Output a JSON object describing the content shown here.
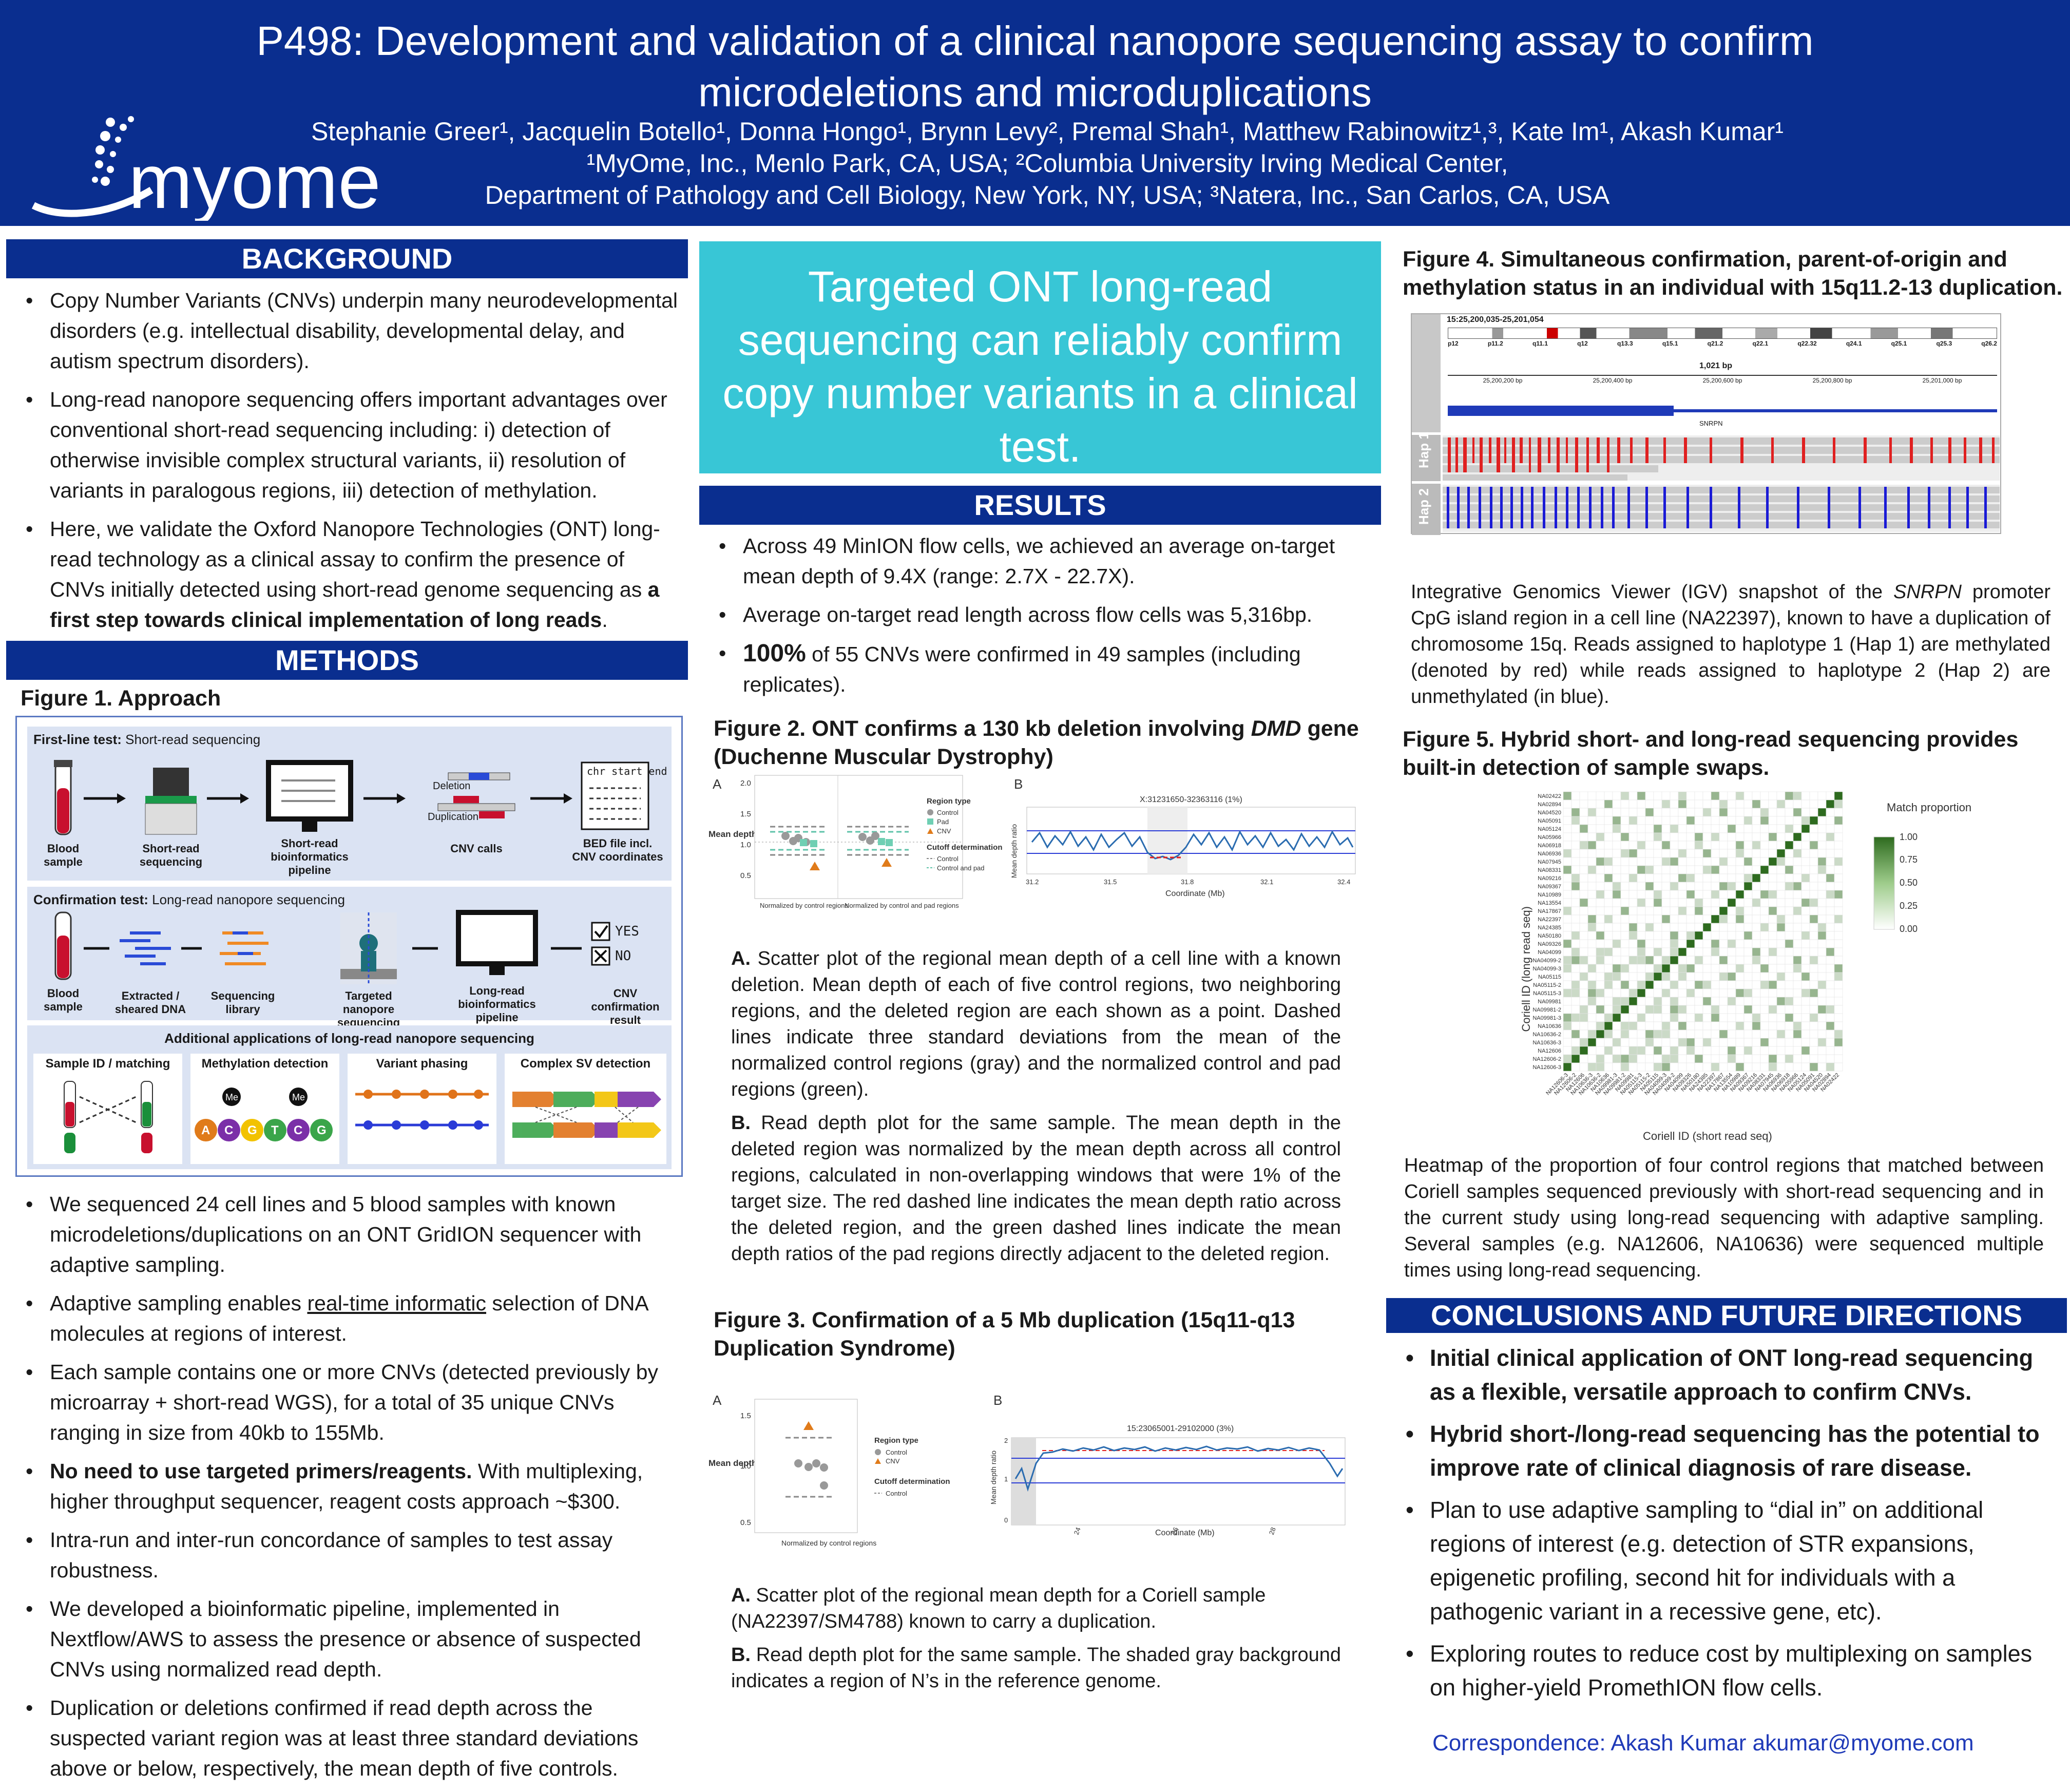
{
  "header": {
    "title_line1": "P498: Development and validation of a clinical nanopore sequencing assay to confirm",
    "title_line2": "microdeletions and microduplications",
    "authors": "Stephanie Greer¹, Jacquelin Botello¹, Donna Hongo¹, Brynn Levy², Premal Shah¹, Matthew Rabinowitz¹,³, Kate Im¹, Akash Kumar¹",
    "aff1": "¹MyOme, Inc., Menlo Park, CA, USA; ²Columbia University Irving Medical Center,",
    "aff2": "Department of Pathology and Cell Biology, New York, NY, USA; ³Natera, Inc., San Carlos, CA, USA",
    "logo_text": "myome"
  },
  "background": {
    "heading": "BACKGROUND",
    "b1": "Copy Number Variants (CNVs) underpin many neurodevelopmental disorders (e.g. intellectual disability, developmental delay, and autism spectrum disorders).",
    "b2": "Long-read nanopore sequencing offers important advantages over conventional short-read sequencing including: i) detection of otherwise invisible complex structural variants, ii) resolution of variants in paralogous regions, iii) detection of methylation.",
    "b3a": "Here, we validate the Oxford Nanopore Technologies (ONT) long-read technology as a clinical assay to confirm the presence of CNVs initially detected using short-read genome sequencing as ",
    "b3b": "a first step towards clinical implementation of long reads",
    "b3c": "."
  },
  "methods": {
    "heading": "METHODS",
    "fig1_title": "Figure 1. Approach",
    "fl_label": "First-line test:",
    "fl_text": "Short-read sequencing",
    "blood": "Blood sample",
    "shortread": "Short-read sequencing",
    "pipeline": "Short-read bioinformatics pipeline",
    "deletion": "Deletion",
    "duplication": "Duplication",
    "cnvcalls": "CNV calls",
    "bed_head": "chr start end",
    "bed": "BED file incl. CNV coordinates",
    "ct_label": "Confirmation test:",
    "ct_text": "Long-read nanopore sequencing",
    "blood2": "Blood sample",
    "dna": "Extracted / sheared DNA",
    "lib": "Sequencing library",
    "tns": "Targeted nanopore sequencing",
    "lrp": "Long-read bioinformatics pipeline",
    "yes": "YES",
    "no": "NO",
    "cnvres": "CNV confirmation result",
    "add_title": "Additional applications of long-read nanopore sequencing",
    "app1": "Sample ID / matching",
    "app2": "Methylation detection",
    "app3": "Variant phasing",
    "app4": "Complex SV detection",
    "me": "Me",
    "bases": [
      "A",
      "C",
      "G",
      "T",
      "C",
      "G"
    ],
    "b1": "We sequenced 24 cell lines and 5 blood samples with known microdeletions/duplications on an ONT GridION sequencer with adaptive sampling.",
    "b2a": "Adaptive sampling enables ",
    "b2u": "real-time informatic",
    "b2b": " selection of DNA molecules at regions of interest.",
    "b3": "Each sample contains one or more CNVs (detected previously by microarray + short-read WGS), for a total of 35 unique CNVs ranging in size from 40kb to 155Mb.",
    "b4a": "No need to use targeted primers/reagents.",
    "b4b": " With multiplexing, higher throughput sequencer, reagent costs approach ~$300.",
    "b5": "Intra-run and inter-run concordance of samples to test assay robustness.",
    "b6": "We developed a bioinformatic pipeline, implemented in Nextflow/AWS to assess the presence or absence of suspected CNVs using normalized read depth.",
    "b7": "Duplication or deletions confirmed if read depth across the suspected variant region was at least three standard deviations above or below, respectively, the mean depth of five controls."
  },
  "highlight": "Targeted ONT long-read sequencing can reliably confirm copy number variants in a clinical test.",
  "results": {
    "heading": "RESULTS",
    "b1": "Across 49 MinION flow cells, we achieved an average on-target mean depth of 9.4X (range: 2.7X - 22.7X).",
    "b2": "Average on-target read length across flow cells was 5,316bp.",
    "b3a": "100%",
    "b3b": " of 55 CNVs were confirmed in 49 samples (including replicates).",
    "fig2_title_a": "Figure 2. ONT confirms a 130 kb deletion involving ",
    "fig2_title_i": "DMD",
    "fig2_title_b": " gene (Duchenne Muscular Dystrophy)",
    "fig2_A": "A",
    "fig2_B": "B",
    "fig2_ylab": "Mean depth ratio",
    "fig2_yt": [
      "2.0",
      "1.5",
      "1.0",
      "0.5"
    ],
    "fig2_x1": "Normalized by control regions",
    "fig2_x2": "Normalized by control and pad regions",
    "fig2_legend_rt": "Region type",
    "fig2_leg": [
      "Control",
      "Pad",
      "CNV"
    ],
    "fig2_legend_cd": "Cutoff determination",
    "fig2_cd": [
      "Control",
      "Control and pad"
    ],
    "fig2_btitle": "X:31231650-32363116 (1%)",
    "fig2_bylab": "Mean depth ratio",
    "fig2_bx": "Coordinate (Mb)",
    "fig2_bxt": [
      "31.2",
      "31.5",
      "31.8",
      "32.1",
      "32.4"
    ],
    "fig2_capA_b": "A.",
    "fig2_capA": " Scatter plot of the regional mean depth of a cell line with a known deletion. Mean depth of each of five control regions, two neighboring regions, and the deleted region are each shown as a point. Dashed lines indicate three standard deviations from the mean of the normalized control regions (gray) and the normalized control and pad regions (green).",
    "fig2_capB_b": "B.",
    "fig2_capB": " Read depth plot for the same sample. The mean depth in the deleted region was normalized by the mean depth across all control regions, calculated in non-overlapping windows that were 1% of the target size. The red dashed line indicates the mean depth ratio across the deleted region, and the green dashed lines indicate the mean depth ratios of the pad regions directly adjacent to the deleted region.",
    "fig3_title": "Figure 3. Confirmation of a 5 Mb duplication (15q11-q13 Duplication Syndrome)",
    "fig3_A": "A",
    "fig3_B": "B",
    "fig3_ylab": "Mean depth ratio",
    "fig3_yt": [
      "1.5",
      "1.0",
      "0.5"
    ],
    "fig3_x": "Normalized by control regions",
    "fig3_legend_rt": "Region type",
    "fig3_leg": [
      "Control",
      "CNV"
    ],
    "fig3_legend_cd": "Cutoff determination",
    "fig3_cd": [
      "Control"
    ],
    "fig3_btitle": "15:23065001-29102000 (3%)",
    "fig3_bylab": "Mean depth ratio",
    "fig3_bx": "Coordinate (Mb)",
    "fig3_bxt": [
      "24",
      "26",
      "28"
    ],
    "fig3_byt": [
      "2",
      "1",
      "0"
    ],
    "fig3_capA_b": "A.",
    "fig3_capA": " Scatter plot of the regional mean depth for a Coriell sample (NA22397/SM4788) known to carry a duplication.",
    "fig3_capB_b": "B.",
    "fig3_capB": " Read depth plot for the same sample. The shaded gray background indicates a region of N’s in the reference genome."
  },
  "fig4": {
    "title": "Figure 4. Simultaneous confirmation, parent-of-origin and methylation status in an individual with 15q11.2-13 duplication.",
    "coord": "15:25,200,035-25,201,054",
    "bands": [
      "p12",
      "p11.2",
      "q11.1",
      "q12",
      "q13.3",
      "q15.1",
      "q21.2",
      "q22.1",
      "q22.32",
      "q24.1",
      "q25.1",
      "q25.3",
      "q26.2"
    ],
    "span": "1,021 bp",
    "ticks": [
      "25,200,200 bp",
      "25,200,400 bp",
      "25,200,600 bp",
      "25,200,800 bp",
      "25,201,000 bp"
    ],
    "gene": "SNRPN",
    "hap1": "Hap 1",
    "hap2": "Hap 2",
    "cap_a": "Integrative Genomics Viewer (IGV) snapshot of the ",
    "cap_i": "SNRPN",
    "cap_b": " promoter CpG island region in a cell line (NA22397), known to have a duplication of chromosome 15q. Reads assigned to haplotype 1 (Hap 1) are methylated (denoted by red) while reads assigned to haplotype 2 (Hap 2) are unmethylated (in blue)."
  },
  "fig5": {
    "title": "Figure 5. Hybrid short- and long-read sequencing provides built-in detection of sample swaps.",
    "samples": [
      "NA02422",
      "NA02894",
      "NA04520",
      "NA05091",
      "NA05124",
      "NA05966",
      "NA06918",
      "NA06936",
      "NA07945",
      "NA08331",
      "NA09216",
      "NA09367",
      "NA10989",
      "NA13554",
      "NA17867",
      "NA22397",
      "NA24385",
      "NA50180",
      "NA09326",
      "NA04099",
      "NA04099-2",
      "NA04099-3",
      "NA05115",
      "NA05115-2",
      "NA05115-3",
      "NA09981",
      "NA09981-2",
      "NA09981-3",
      "NA10636",
      "NA10636-2",
      "NA10636-3",
      "NA12606",
      "NA12606-2",
      "NA12606-3"
    ],
    "ylab": "Coriell ID (long read seq)",
    "xlab": "Coriell ID (short read seq)",
    "legend_title": "Match proportion",
    "legend_ticks": [
      "1.00",
      "0.75",
      "0.50",
      "0.25",
      "0.00"
    ],
    "cap": "Heatmap of the proportion of four control regions that matched between Coriell samples sequenced previously with short-read sequencing and in the current study using long-read sequencing with adaptive sampling. Several samples (e.g. NA12606, NA10636) were sequenced multiple times using long-read sequencing."
  },
  "conclusions": {
    "heading": "CONCLUSIONS AND FUTURE DIRECTIONS",
    "b1": "Initial clinical application of ONT long-read sequencing as a flexible, versatile approach to confirm CNVs.",
    "b2": "Hybrid short-/long-read sequencing has the potential to improve rate of clinical diagnosis of rare disease.",
    "b3": "Plan to use adaptive sampling to “dial in” on additional regions of interest (e.g. detection of STR expansions, epigenetic profiling, second hit for individuals with a pathogenic variant in a recessive gene, etc).",
    "b4": "Exploring routes to reduce cost by multiplexing on samples on higher-yield PromethION flow cells.",
    "correspondence": "Correspondence: Akash Kumar  akumar@myome.com"
  },
  "colors": {
    "navy": "#0a2e8f",
    "teal": "#38c6d6",
    "green": "#2e7d32",
    "red": "#e02020",
    "blue": "#1a1ad6"
  }
}
